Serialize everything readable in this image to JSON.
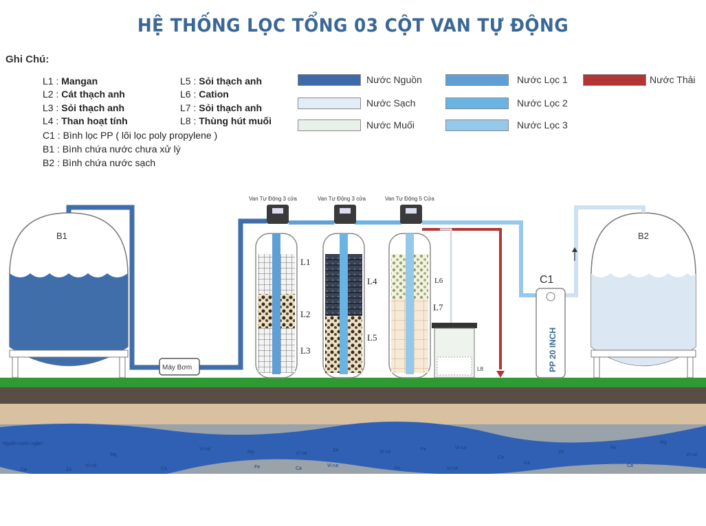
{
  "title": "HỆ THỐNG LỌC TỔNG 03 CỘT VAN TỰ ĐỘNG",
  "notes": {
    "heading": "Ghi Chú:",
    "left": [
      {
        "code": "L1 :",
        "text": "Mangan"
      },
      {
        "code": "L2 :",
        "text": "Cát thạch anh"
      },
      {
        "code": "L3 :",
        "text": "Sỏi thạch anh"
      },
      {
        "code": "L4 :",
        "text": "Than hoạt tính"
      }
    ],
    "right": [
      {
        "code": "L5 :",
        "text": "Sỏi thạch anh"
      },
      {
        "code": "L6 :",
        "text": "Cation"
      },
      {
        "code": "L7 :",
        "text": "Sỏi thạch anh"
      },
      {
        "code": "L8 :",
        "text": "Thùng hút muối"
      }
    ],
    "extra": [
      "C1 : Bình lọc PP ( lõi lọc poly propylene )",
      "B1 : Bình chứa nước chưa xử lý",
      "B2 : Bình chứa nước sạch"
    ]
  },
  "legend": [
    {
      "label": "Nước Nguồn",
      "color": "#3d6aa8"
    },
    {
      "label": "Nước Sạch",
      "color": "#e3edf7"
    },
    {
      "label": "Nước Muối",
      "color": "#e9efe9"
    },
    {
      "label": "Nước Lọc 1",
      "color": "#5f9fd6"
    },
    {
      "label": "Nước Lọc 2",
      "color": "#69b4e4"
    },
    {
      "label": "Nước Lọc 3",
      "color": "#96c8ec"
    },
    {
      "label": "Nước Thải",
      "color": "#b23434"
    }
  ],
  "diagram": {
    "tank_b1": "B1",
    "tank_b2": "B2",
    "pump": "Máy Bơm",
    "filter_c1": "C1",
    "filter_c1_text": "PP 20 INCH",
    "valves": [
      "Van Tự Động 3 cửa",
      "Van Tự Động 3 cửa",
      "Van Tự Động 5 Cửa"
    ],
    "layers": [
      "L1",
      "L2",
      "L3",
      "L4",
      "L5",
      "L6",
      "L7",
      "L8"
    ],
    "ground_words": [
      "Nguồn nước ngầm",
      "Mg",
      "Vi rut",
      "Mg",
      "Vi rut",
      "Z4",
      "Vi rut",
      "Fe",
      "Vi rut",
      "Ca",
      "Z4",
      "Fe",
      "Mg",
      "Vi rut",
      "Ca",
      "Vi rut",
      "Ca",
      "Fe",
      "Ca",
      "Vi rut",
      "Fe",
      "Vi rut",
      "Ca",
      "Ca",
      "Z4"
    ]
  }
}
